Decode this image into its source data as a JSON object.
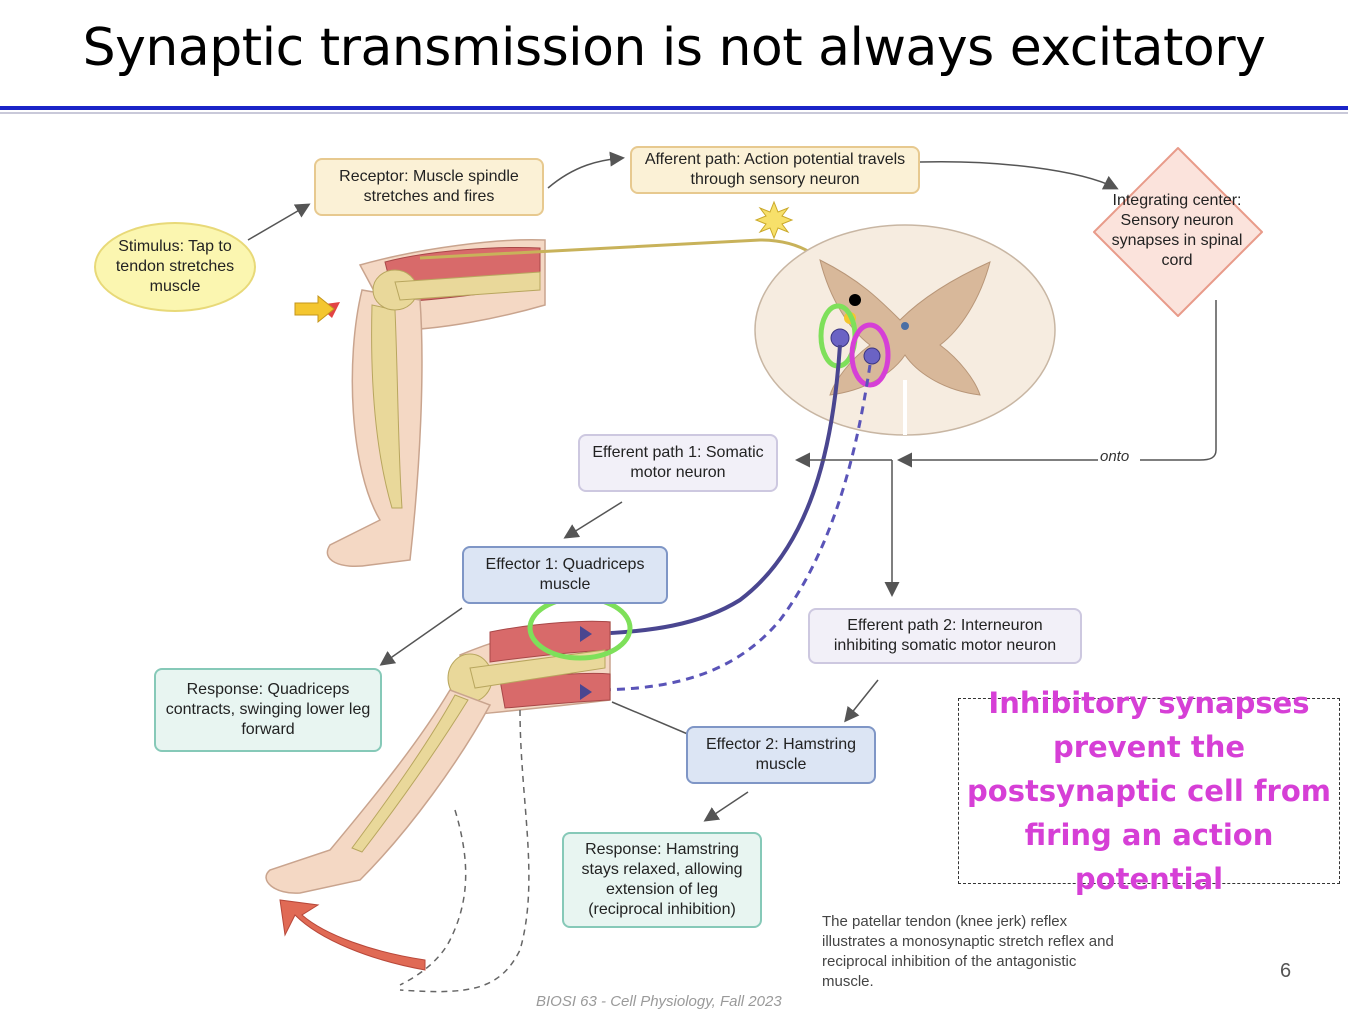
{
  "slide": {
    "title": "Synaptic transmission is not always excitatory",
    "page_number": "6",
    "footer": "BIOSI 63 - Cell Physiology, Fall 2023"
  },
  "diagram": {
    "stimulus": "Stimulus: Tap to tendon stretches muscle",
    "receptor": "Receptor: Muscle spindle stretches and fires",
    "afferent": "Afferent path: Action potential travels through sensory neuron",
    "integrating": "Integrating center: Sensory neuron synapses in spinal cord",
    "onto": "onto",
    "efferent1": "Efferent path 1: Somatic motor neuron",
    "effector1": "Effector 1: Quadriceps muscle",
    "response1": "Response: Quadriceps contracts, swinging lower leg forward",
    "efferent2": "Efferent path 2: Interneuron inhibiting somatic motor neuron",
    "effector2": "Effector 2: Hamstring muscle",
    "response2": "Response: Hamstring stays relaxed, allowing extension of leg (reciprocal inhibition)",
    "caption": "The patellar tendon (knee jerk) reflex illustrates a monosynaptic stretch reflex and reciprocal inhibition of the antagonistic muscle."
  },
  "callout": {
    "text": "Inhibitory synapses prevent the postsynaptic cell from firing an action potential"
  },
  "colors": {
    "title_rule": "#1a24c8",
    "callout_text": "#d63fd6",
    "excitatory_highlight": "#7ee05a",
    "inhibitory_highlight": "#d63fd6"
  }
}
